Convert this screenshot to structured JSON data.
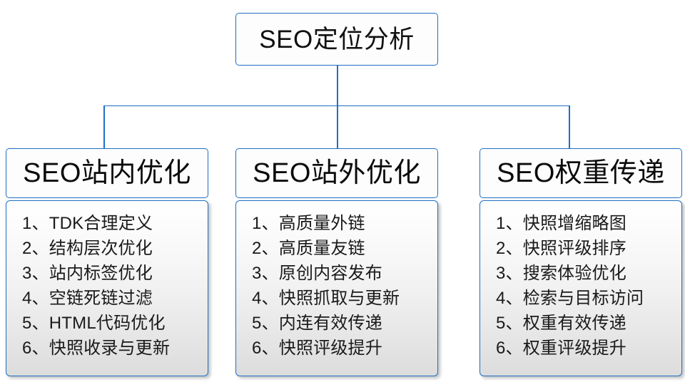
{
  "diagram": {
    "type": "org-chart",
    "root": {
      "label": "SEO定位分析"
    },
    "accent_color": "#1f6fc4",
    "branches": [
      {
        "header": "SEO站内优化",
        "items": [
          "1、TDK合理定义",
          "2、结构层次优化",
          "3、站内标签优化",
          "4、空链死链过滤",
          "5、HTML代码优化",
          "6、快照收录与更新"
        ]
      },
      {
        "header": "SEO站外优化",
        "items": [
          "1、高质量外链",
          "2、高质量友链",
          "3、原创内容发布",
          "4、快照抓取与更新",
          "5、内连有效传递",
          "6、快照评级提升"
        ]
      },
      {
        "header": "SEO权重传递",
        "items": [
          "1、快照增缩略图",
          "2、快照评级排序",
          "3、搜索体验优化",
          "4、检索与目标访问",
          "5、权重有效传递",
          "6、权重评级提升"
        ]
      }
    ]
  }
}
